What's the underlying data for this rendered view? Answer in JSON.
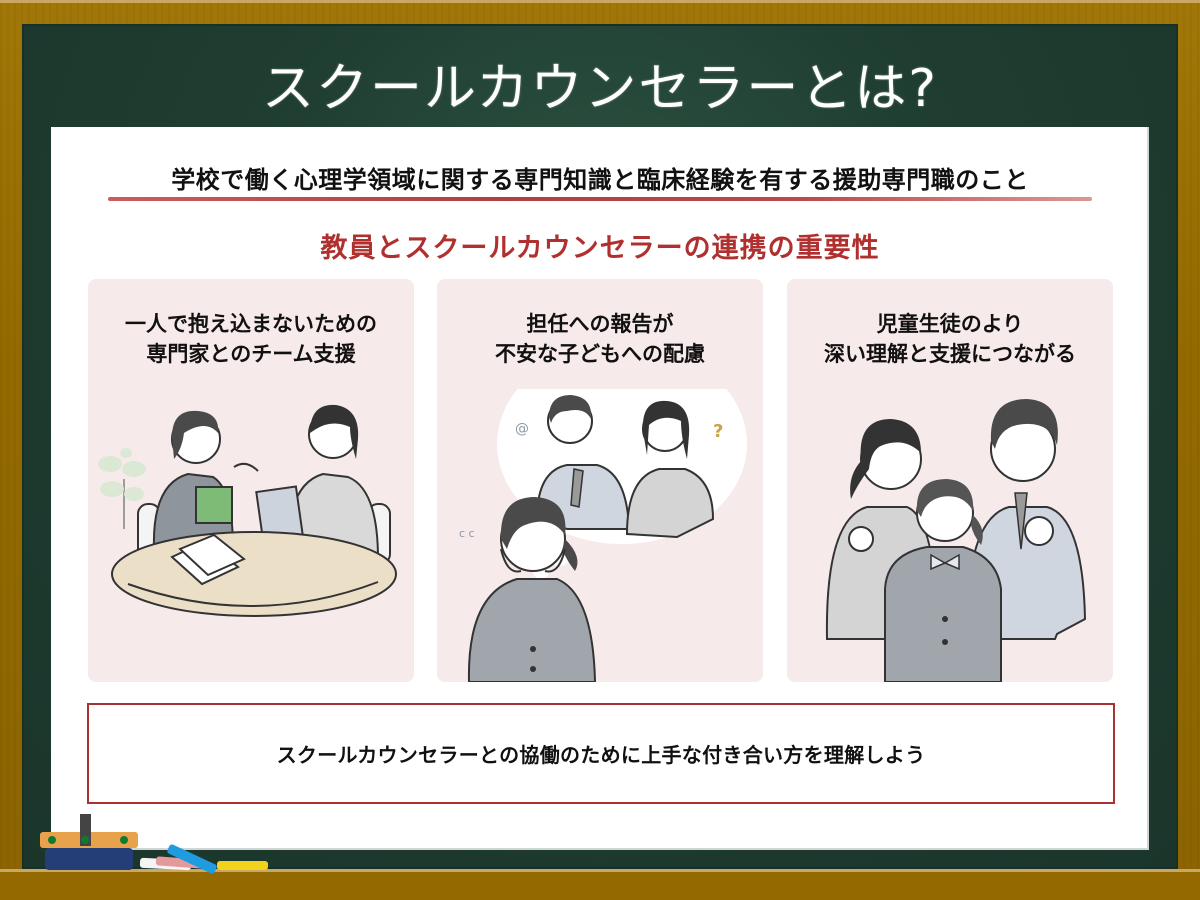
{
  "header": {
    "title": "スクールカウンセラーとは?"
  },
  "definition": {
    "text": "学校で働く心理学領域に関する専門知識と臨床経験を有する援助専門職のこと"
  },
  "section": {
    "subtitle": "教員とスクールカウンセラーの連携の重要性"
  },
  "cards": [
    {
      "lines": [
        "一人で抱え込まないための",
        "専門家とのチーム支援"
      ],
      "illustration": "two-women-meeting-at-round-table"
    },
    {
      "lines": [
        "担任への報告が",
        "不安な子どもへの配慮"
      ],
      "illustration": "worried-student-thinking-of-teachers"
    },
    {
      "lines": [
        "児童生徒のより",
        "深い理解と支援につながる"
      ],
      "illustration": "student-with-supportive-adults"
    }
  ],
  "summary": {
    "text": "スクールカウンセラーとの協働のために上手な付き合い方を理解しよう"
  },
  "colors": {
    "board": "#1f3d31",
    "frame": "#946a00",
    "accent_red": "#b0302f",
    "card_bg": "#f7eaea",
    "summary_border": "#a83232",
    "chalk_blue": "#1f9be0",
    "chalk_yellow": "#f2d21a",
    "chalk_pink": "#e39a9a",
    "eraser_top": "#e8a24c",
    "eraser_body": "#243e78"
  }
}
